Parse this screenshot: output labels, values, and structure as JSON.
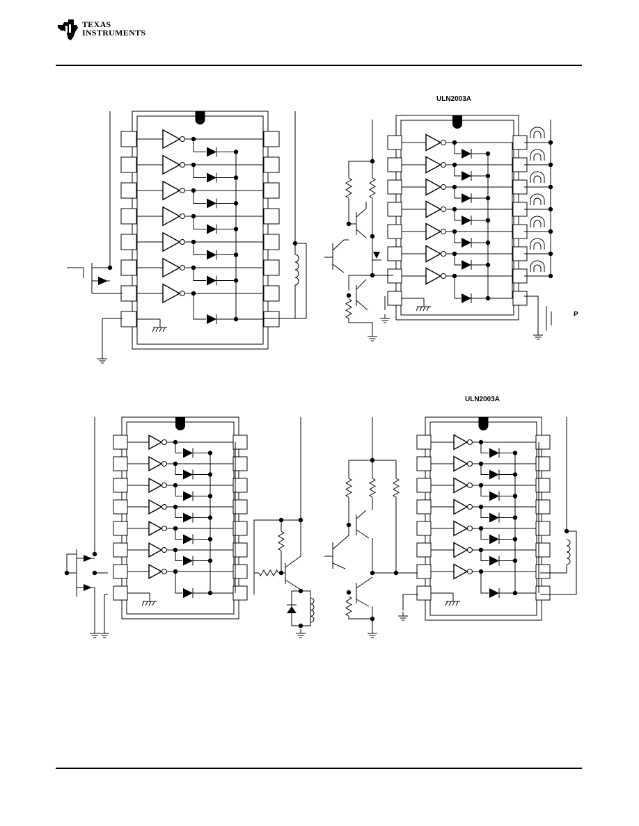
{
  "header": {
    "brand_line1": "Texas",
    "brand_line2": "Instruments"
  },
  "figures": {
    "top_right_label": "ULN2003A",
    "bottom_right_label": "ULN2003A",
    "lamp_supply_label": "P"
  }
}
